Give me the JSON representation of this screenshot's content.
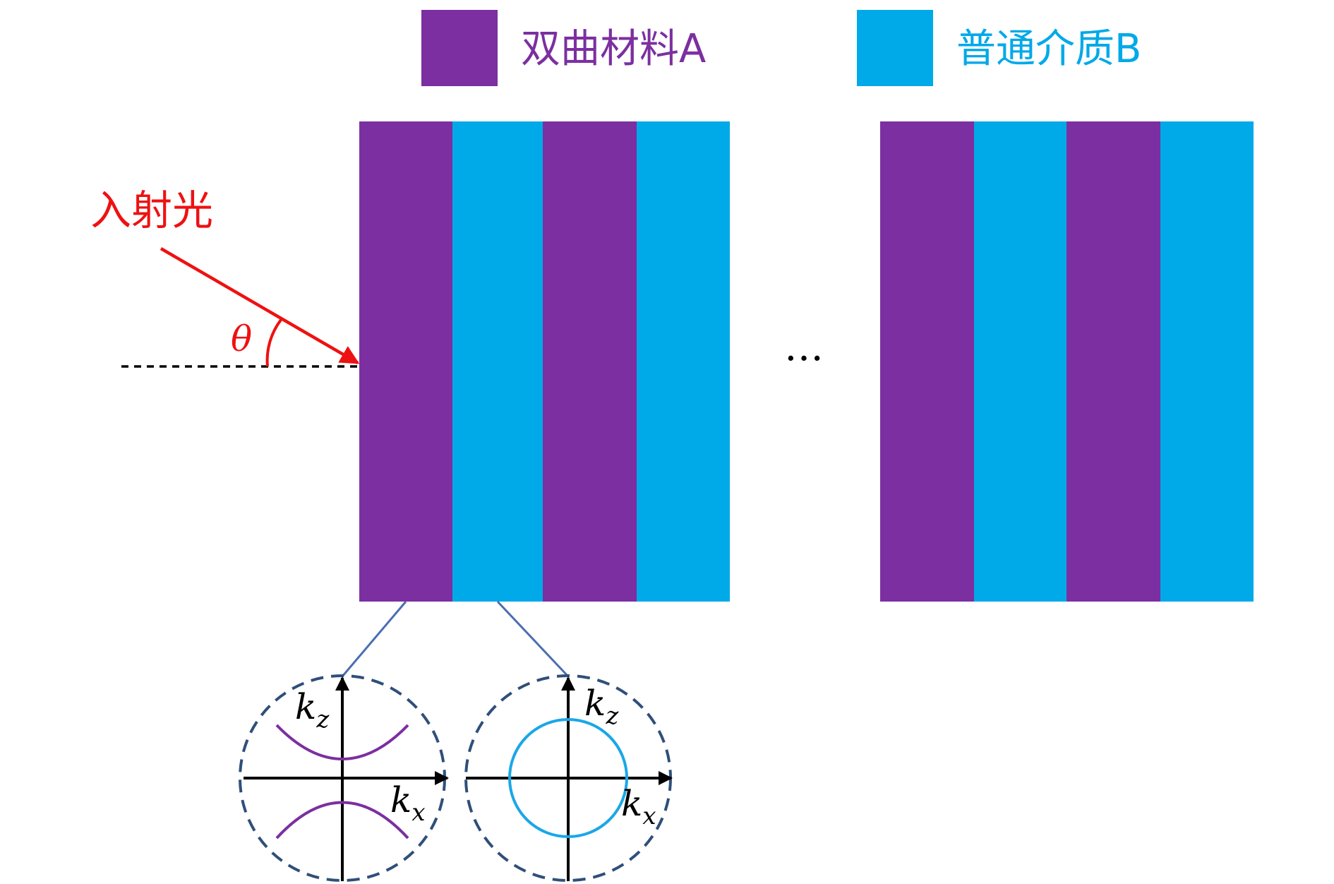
{
  "legend": {
    "material_a": {
      "label": "双曲材料A",
      "color": "#7B2FA0"
    },
    "material_b": {
      "label": "普通介质B",
      "color": "#00A9E8"
    }
  },
  "incident": {
    "label": "入射光",
    "angle_symbol": "θ",
    "color": "#EE1111"
  },
  "ellipsis": "…",
  "insets": {
    "hyperbolic": {
      "kz_main": "k",
      "kz_sub": "z",
      "kx_main": "k",
      "kx_sub": "x",
      "curve_color": "#7B2FA0"
    },
    "isotropic": {
      "kz_main": "k",
      "kz_sub": "z",
      "kx_main": "k",
      "kx_sub": "x",
      "curve_color": "#1AA7E8"
    }
  },
  "colors": {
    "dashed_circle": "#2F4F7A",
    "connector": "#4A6EB0",
    "axis": "#000000"
  }
}
